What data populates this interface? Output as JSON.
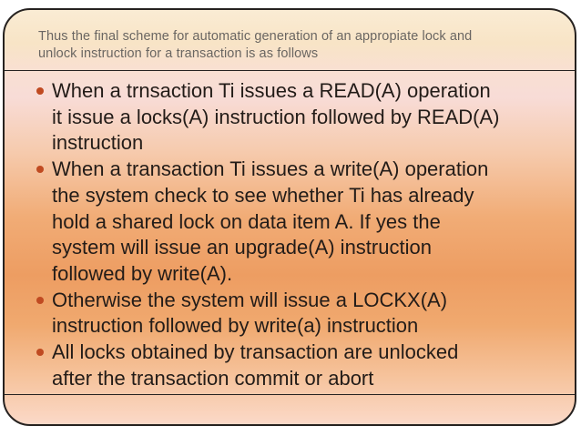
{
  "slide": {
    "title": {
      "lines": [
        "Thus the final scheme for automatic generation of an appropiate lock and",
        "unlock instruction for a transaction is as follows"
      ]
    },
    "bullets": [
      {
        "lines": [
          "When a trnsaction Ti issues a READ(A) operation",
          "it issue a locks(A) instruction followed by READ(A)",
          "instruction"
        ]
      },
      {
        "lines": [
          "When a transaction Ti issues a write(A) operation",
          "the system check to see whether Ti has already",
          "hold a shared lock on data item A. If yes the",
          "system will issue an upgrade(A) instruction",
          "followed by write(A)."
        ]
      },
      {
        "lines": [
          "Otherwise the system will issue a LOCKX(A)",
          "instruction followed by write(a) instruction"
        ]
      },
      {
        "lines": [
          "All locks obtained by transaction are unlocked",
          "after the transaction commit or abort"
        ]
      }
    ],
    "colors": {
      "page_background": "#ffffff",
      "border": "#262220",
      "title_text": "#6a6662",
      "body_text": "#231c18",
      "bullet_dot": "#c04a21",
      "gradient_top_cream": "#faecd4",
      "gradient_pink": "#f8dcd7",
      "gradient_orange_peak": "#ed9d62",
      "gradient_bottom_pink": "#fbd9c8"
    }
  }
}
